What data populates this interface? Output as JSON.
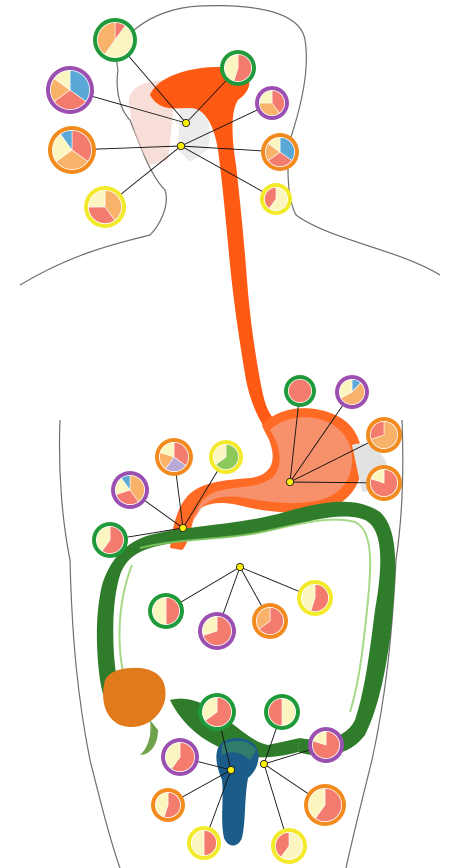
{
  "colors": {
    "ring_green": "#1f9a3a",
    "ring_purple": "#9b4fb0",
    "ring_orange": "#f28a1e",
    "ring_yellow": "#f2ea2a",
    "slice_salmon": "#f47c6e",
    "slice_cream": "#fbf5c0",
    "slice_orange": "#f9b26a",
    "slice_blue": "#5aa8d6",
    "slice_green": "#8cc85a",
    "slice_lavender": "#b9a9d6",
    "esophagus": "#ff5a14",
    "stomach": "#f7916c",
    "colon": "#2f7d2a",
    "rectum": "#1c5c8a",
    "outline": "#6e6e6e"
  },
  "organs": [
    "esophagus",
    "stomach",
    "duodenum",
    "colon",
    "rectum"
  ],
  "chart_data": {
    "type": "pie",
    "charts": [
      {
        "id": "mouth-1",
        "ring": "green",
        "values": [
          10,
          50,
          40
        ],
        "colors": [
          "salmon",
          "cream",
          "orange"
        ]
      },
      {
        "id": "mouth-2",
        "ring": "purple",
        "values": [
          35,
          30,
          20,
          15
        ],
        "colors": [
          "blue",
          "salmon",
          "orange",
          "cream"
        ]
      },
      {
        "id": "mouth-3",
        "ring": "orange",
        "values": [
          35,
          30,
          25,
          10
        ],
        "colors": [
          "salmon",
          "orange",
          "cream",
          "blue"
        ]
      },
      {
        "id": "mouth-4",
        "ring": "yellow",
        "values": [
          40,
          35,
          25
        ],
        "colors": [
          "orange",
          "salmon",
          "cream"
        ]
      },
      {
        "id": "mouth-5",
        "ring": "green",
        "values": [
          55,
          45
        ],
        "colors": [
          "salmon",
          "cream"
        ]
      },
      {
        "id": "mouth-6",
        "ring": "purple",
        "values": [
          40,
          35,
          25
        ],
        "colors": [
          "salmon",
          "orange",
          "cream"
        ]
      },
      {
        "id": "mouth-7",
        "ring": "orange",
        "values": [
          35,
          30,
          20,
          15
        ],
        "colors": [
          "blue",
          "salmon",
          "orange",
          "cream"
        ]
      },
      {
        "id": "mouth-8",
        "ring": "yellow",
        "values": [
          60,
          40
        ],
        "colors": [
          "cream",
          "salmon"
        ]
      },
      {
        "id": "stomach-1",
        "ring": "green",
        "values": [
          100
        ],
        "colors": [
          "salmon"
        ]
      },
      {
        "id": "stomach-2",
        "ring": "purple",
        "values": [
          12,
          55,
          33
        ],
        "colors": [
          "blue",
          "orange",
          "cream"
        ]
      },
      {
        "id": "stomach-3",
        "ring": "orange",
        "values": [
          70,
          30
        ],
        "colors": [
          "orange",
          "salmon"
        ]
      },
      {
        "id": "stomach-4",
        "ring": "orange",
        "values": [
          80,
          20
        ],
        "colors": [
          "salmon",
          "cream"
        ]
      },
      {
        "id": "duodenum-1",
        "ring": "orange",
        "values": [
          35,
          25,
          20,
          20
        ],
        "colors": [
          "salmon",
          "lavender",
          "orange",
          "cream"
        ]
      },
      {
        "id": "duodenum-2",
        "ring": "yellow",
        "values": [
          65,
          35
        ],
        "colors": [
          "green",
          "cream"
        ]
      },
      {
        "id": "duodenum-3",
        "ring": "purple",
        "values": [
          40,
          30,
          20,
          10
        ],
        "colors": [
          "orange",
          "salmon",
          "cream",
          "blue"
        ]
      },
      {
        "id": "duodenum-4",
        "ring": "green",
        "values": [
          60,
          40
        ],
        "colors": [
          "salmon",
          "cream"
        ]
      },
      {
        "id": "colon-1",
        "ring": "green",
        "values": [
          50,
          50
        ],
        "colors": [
          "salmon",
          "cream"
        ]
      },
      {
        "id": "colon-2",
        "ring": "purple",
        "values": [
          70,
          30
        ],
        "colors": [
          "salmon",
          "cream"
        ]
      },
      {
        "id": "colon-3",
        "ring": "orange",
        "values": [
          65,
          35
        ],
        "colors": [
          "salmon",
          "orange"
        ]
      },
      {
        "id": "colon-4",
        "ring": "yellow",
        "values": [
          55,
          45
        ],
        "colors": [
          "salmon",
          "cream"
        ]
      },
      {
        "id": "rectum-1",
        "ring": "green",
        "values": [
          65,
          35
        ],
        "colors": [
          "salmon",
          "cream"
        ]
      },
      {
        "id": "rectum-2",
        "ring": "green",
        "values": [
          50,
          50
        ],
        "colors": [
          "cream",
          "salmon"
        ]
      },
      {
        "id": "rectum-3",
        "ring": "purple",
        "values": [
          60,
          40
        ],
        "colors": [
          "salmon",
          "cream"
        ]
      },
      {
        "id": "rectum-4",
        "ring": "purple",
        "values": [
          80,
          20
        ],
        "colors": [
          "salmon",
          "cream"
        ]
      },
      {
        "id": "rectum-5",
        "ring": "orange",
        "values": [
          55,
          45
        ],
        "colors": [
          "salmon",
          "cream"
        ]
      },
      {
        "id": "rectum-6",
        "ring": "orange",
        "values": [
          60,
          40
        ],
        "colors": [
          "salmon",
          "cream"
        ]
      },
      {
        "id": "rectum-7",
        "ring": "yellow",
        "values": [
          50,
          50
        ],
        "colors": [
          "salmon",
          "cream"
        ]
      },
      {
        "id": "rectum-8",
        "ring": "yellow",
        "values": [
          60,
          40
        ],
        "colors": [
          "cream",
          "salmon"
        ]
      }
    ]
  }
}
